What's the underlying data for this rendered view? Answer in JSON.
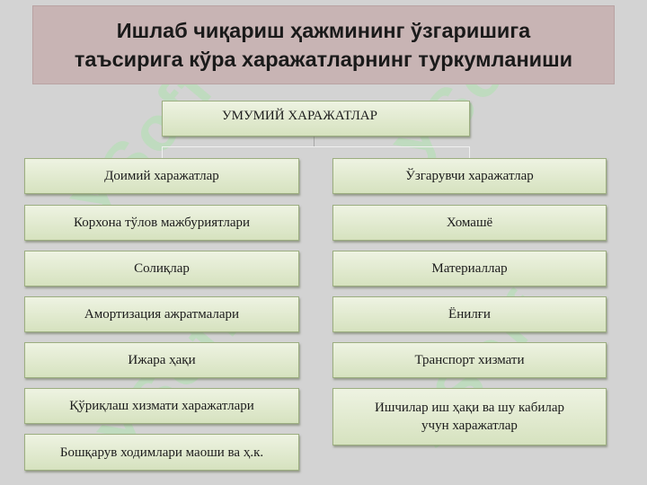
{
  "title": "Ишлаб чиқариш ҳажмининг ўзгаришига\nтаъсирига кўра харажатларнинг туркумланиши",
  "root": "УМУМИЙ ХАРАЖАТЛАР",
  "left_column": [
    "Доимий харажатлар",
    "Корхона тўлов мажбуриятлари",
    "Солиқлар",
    "Амортизация ажратмалари",
    "Ижара ҳақи",
    "Қўриқлаш хизмати харажатлари",
    "Бошқарув ходимлари маоши ва ҳ.к."
  ],
  "right_column": [
    "Ўзгарувчи харажатлар",
    "Хомашё",
    "Материаллар",
    "Ёнилғи",
    "Транспорт хизмати",
    "Ишчилар иш ҳақи ва шу кабилар\nучун харажатлар"
  ],
  "colors": {
    "background": "#d3d3d3",
    "title_fill": "#c8b4b4",
    "box_fill_top": "#eef3e2",
    "box_fill_bottom": "#d6e2bf",
    "box_border": "#9cae80"
  }
}
